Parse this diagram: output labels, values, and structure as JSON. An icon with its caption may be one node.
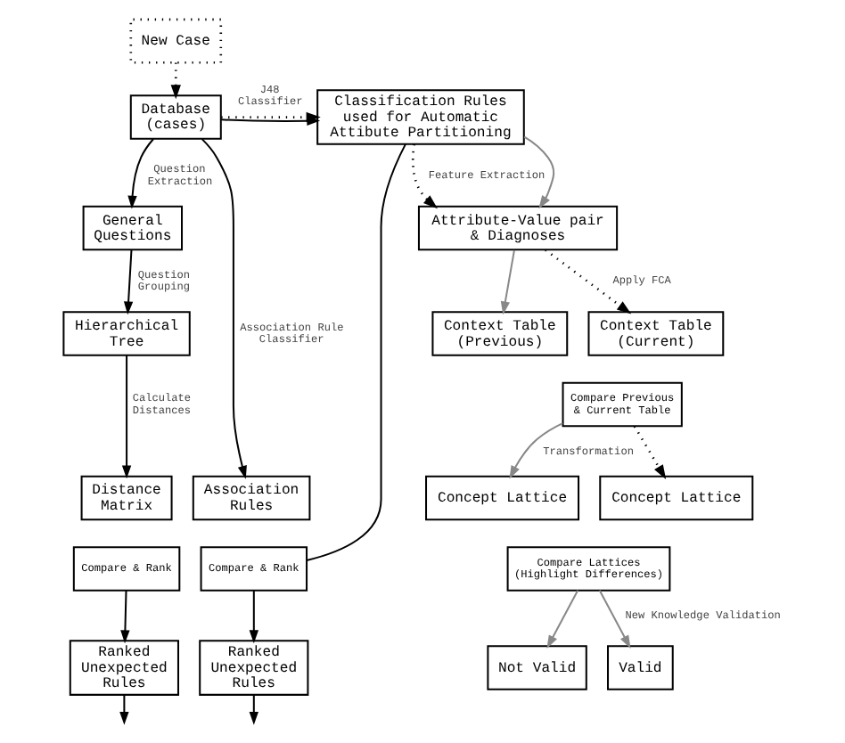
{
  "diagram": {
    "nodes": [
      {
        "text": [
          "New Case"
        ]
      },
      {
        "text": [
          "Database (cases)"
        ]
      },
      {
        "text": [
          "Classification Rules used for Automatic Attibute Partitioning"
        ]
      },
      {
        "text": [
          "General Questions"
        ]
      },
      {
        "text": [
          "Attribute-Value pair & Diagnoses"
        ]
      },
      {
        "text": [
          "Hierarchical Tree"
        ]
      },
      {
        "text": [
          "Context Table (Previous)"
        ]
      },
      {
        "text": [
          "Context Table (Current)"
        ]
      },
      {
        "text": [
          "Compare Previous & Current Table"
        ]
      },
      {
        "text": [
          "Distance Matrix"
        ]
      },
      {
        "text": [
          "Association Rules"
        ]
      },
      {
        "text": [
          "Concept Lattice"
        ]
      },
      {
        "text": [
          "Concept Lattice"
        ]
      },
      {
        "text": [
          "Compare & Rank"
        ]
      },
      {
        "text": [
          "Compare & Rank"
        ]
      },
      {
        "text": [
          "Compare Lattices (Highlight Differences)"
        ]
      },
      {
        "text": [
          "Ranked Unexpected Rules"
        ]
      },
      {
        "text": [
          "Ranked Unexpected Rules"
        ]
      },
      {
        "text": [
          "Not Valid"
        ]
      },
      {
        "text": [
          "Valid"
        ]
      }
    ],
    "edges": [
      {
        "from": 0,
        "to": 1,
        "arrow": "to",
        "style": "dashed"
      },
      {
        "from": 1,
        "to": 2,
        "arrow": "to",
        "style": "dashed",
        "label": "J48 Classifier"
      },
      {
        "from": 1,
        "to": 2,
        "arrow": "to"
      },
      {
        "from": 1,
        "to": 3,
        "arrow": "to",
        "label": "Question Extraction"
      },
      {
        "from": 1,
        "to": 10,
        "arrow": "to",
        "label": "Association Rule Classifier"
      },
      {
        "from": 2,
        "to": 14,
        "arrow": "none"
      },
      {
        "from": 2,
        "to": 4,
        "arrow": "to",
        "style": "dashed",
        "label": "Feature Extraction"
      },
      {
        "from": 2,
        "to": 4,
        "arrow": "to",
        "color": "#888888"
      },
      {
        "from": 3,
        "to": 5,
        "arrow": "to",
        "label": "Question Grouping"
      },
      {
        "from": 4,
        "to": 6,
        "arrow": "to",
        "color": "#888888"
      },
      {
        "from": 4,
        "to": 7,
        "arrow": "to",
        "style": "dashed",
        "label": "Apply FCA"
      },
      {
        "from": 5,
        "to": 9,
        "arrow": "to",
        "label": "Calculate Distances"
      },
      {
        "from": 8,
        "to": 11,
        "arrow": "to",
        "color": "#888888",
        "label": "Transformation"
      },
      {
        "from": 8,
        "to": 12,
        "arrow": "to",
        "style": "dashed"
      },
      {
        "from": 13,
        "to": 16,
        "arrow": "to"
      },
      {
        "from": 14,
        "to": 17,
        "arrow": "to"
      },
      {
        "from": 15,
        "to": 18,
        "arrow": "to",
        "color": "#888888"
      },
      {
        "from": 15,
        "to": 19,
        "arrow": "to",
        "color": "#888888",
        "label": "New Knowledge Validation"
      },
      {
        "from": 16,
        "to": null,
        "arrow": "to"
      },
      {
        "from": 17,
        "to": null,
        "arrow": "to"
      }
    ]
  }
}
